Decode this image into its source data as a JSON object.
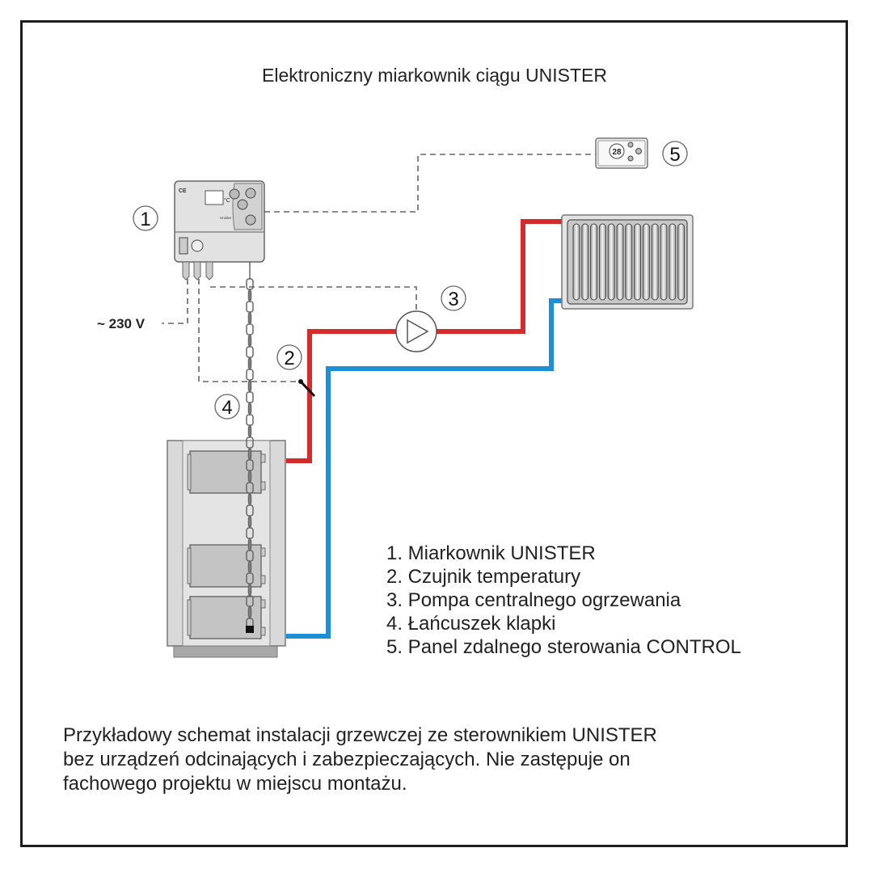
{
  "title": "Elektroniczny miarkownik ciągu UNISTER",
  "voltage_label": "~ 230 V",
  "callouts": [
    "1",
    "2",
    "3",
    "4",
    "5"
  ],
  "legend": [
    "1. Miarkownik UNISTER",
    "2. Czujnik temperatury",
    "3. Pompa centralnego ogrzewania",
    "4. Łańcuszek klapki",
    "5. Panel zdalnego sterowania CONTROL"
  ],
  "note": [
    "Przykładowy schemat instalacji grzewczej ze sterownikiem UNISTER",
    "bez urządzeń odcinających i zabezpieczających. Nie zastępuje on",
    "fachowego projektu w miejscu montażu."
  ],
  "remote_panel_display": "28",
  "controller": {
    "ce_mark": "CE",
    "temp_unit": "°C",
    "model": "Unister"
  },
  "colors": {
    "supply_pipe": "#d62b2b",
    "return_pipe": "#1d8fd6",
    "frame": "#1e1e1e",
    "device_gray": "#d9d9d9"
  }
}
